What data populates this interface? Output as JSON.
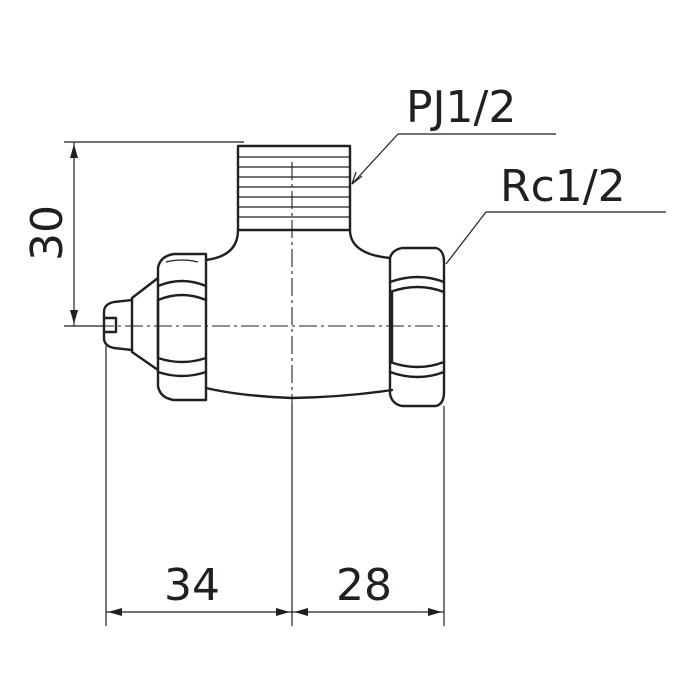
{
  "labels": {
    "top_thread": "PJ1/2",
    "side_thread": "Rc1/2",
    "height_dim": "30",
    "left_dim": "34",
    "right_dim": "28"
  },
  "colors": {
    "line": "#231f20",
    "background": "#ffffff"
  }
}
